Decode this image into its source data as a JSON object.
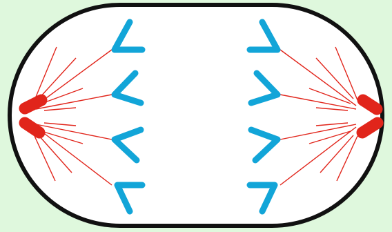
{
  "diagram": {
    "subject": "anaphase",
    "colors": {
      "background": "#dff8dd",
      "cell_fill": "#ffffff",
      "cell_outline": "#111111",
      "chromosome": "#12a5d8",
      "centrosome": "#e1251b",
      "spindle_fiber": "#e1251b"
    },
    "chromosomes_per_side": 4,
    "centrosome_pairs": 2,
    "astral_rays_per_pole": 8
  }
}
